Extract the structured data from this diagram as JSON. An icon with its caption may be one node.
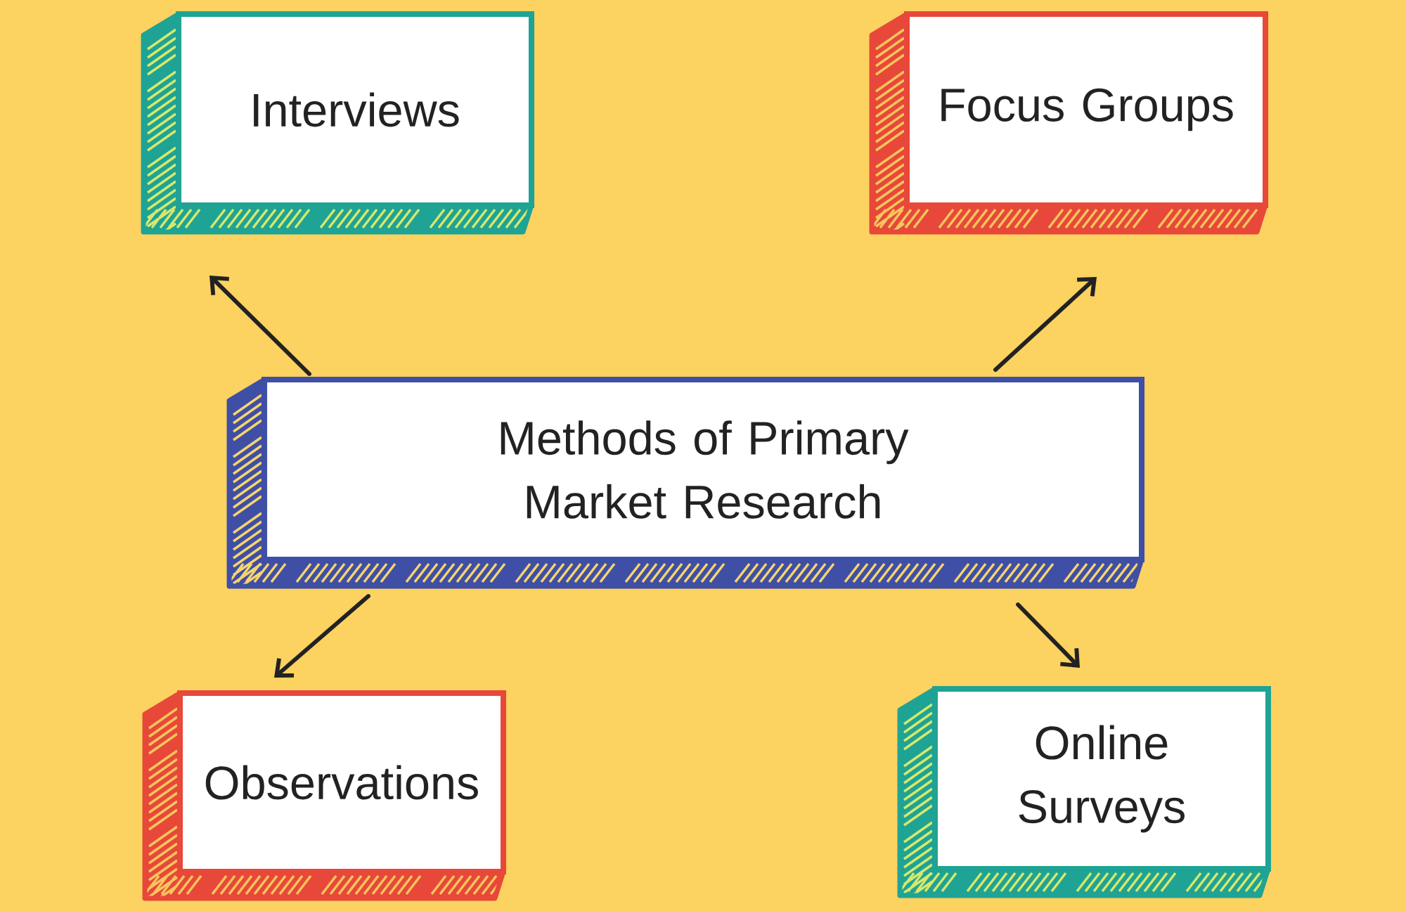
{
  "diagram": {
    "nodes": [
      {
        "text": [
          "Interviews"
        ]
      },
      {
        "text": [
          "Focus Groups"
        ]
      },
      {
        "text": [
          "Methods of Primary Market Research"
        ]
      },
      {
        "text": [
          "Observations"
        ]
      },
      {
        "text": [
          "Online Surveys"
        ]
      }
    ],
    "edges": [
      {
        "from": 2,
        "to": 0,
        "arrow": "to"
      },
      {
        "from": 2,
        "to": 1,
        "arrow": "to"
      },
      {
        "from": 2,
        "to": 3,
        "arrow": "to"
      },
      {
        "from": 2,
        "to": 4,
        "arrow": "to"
      }
    ]
  }
}
